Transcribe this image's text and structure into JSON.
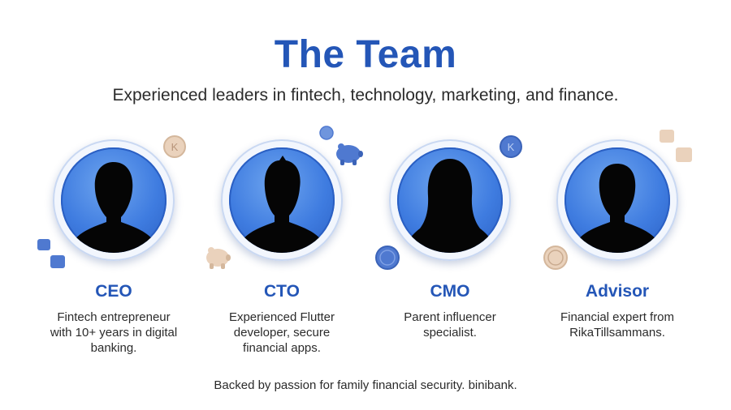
{
  "header": {
    "title": "The Team",
    "subtitle": "Experienced leaders in fintech, technology, marketing, and finance."
  },
  "team": [
    {
      "role": "CEO",
      "description": "Fintech entrepreneur\nwith 10+ years in digital\nbanking."
    },
    {
      "role": "CTO",
      "description": "Experienced Flutter\ndeveloper, secure\nfinancial apps."
    },
    {
      "role": "CMO",
      "description": "Parent influencer\nspecialist."
    },
    {
      "role": "Advisor",
      "description": "Financial expert from\nRikaTillsammans."
    }
  ],
  "coin_letter": "K",
  "footer": "Backed by passion for family financial security. binibank.",
  "colors": {
    "brand_blue": "#2456b7",
    "text": "#2b2b2b",
    "avatar_blue": "#3f7ce0",
    "coin_beige": "#ead2bc",
    "coin_blue": "#4f79d0"
  },
  "icons": [
    "person-silhouette-icon",
    "coin-icon",
    "piggy-bank-icon",
    "cube-icon"
  ]
}
